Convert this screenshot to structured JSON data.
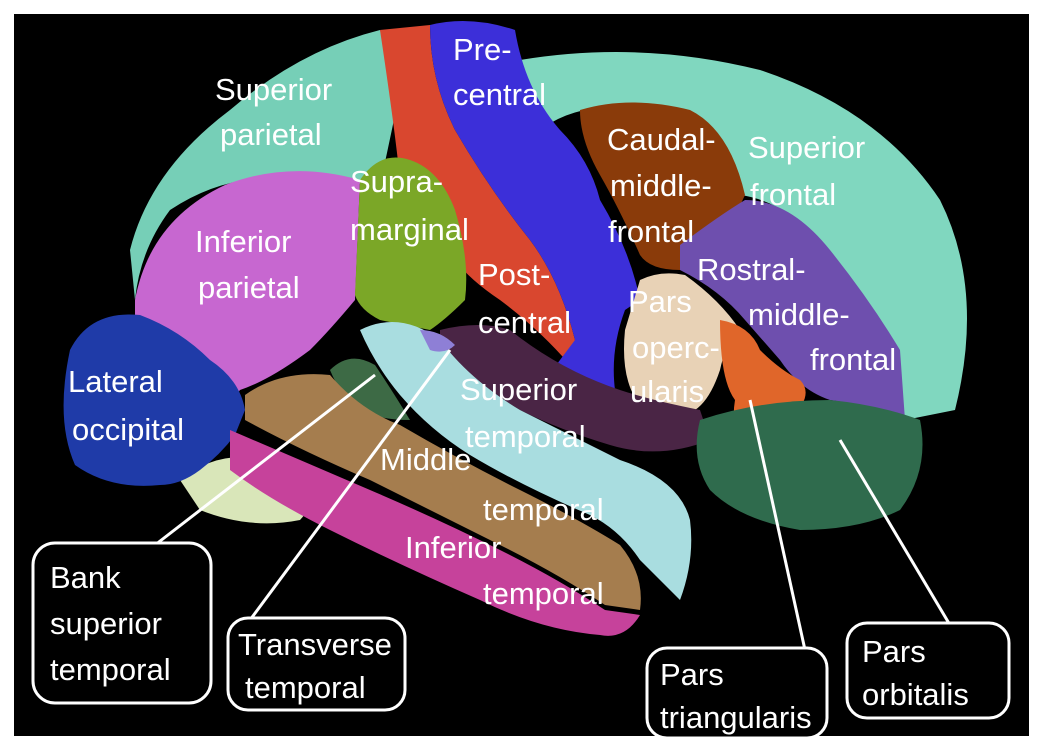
{
  "colors": {
    "background": "#000000",
    "superior_parietal": "#76cfb7",
    "postcentral": "#d9472f",
    "precentral": "#3c2fd9",
    "superior_frontal": "#80d7bf",
    "caudal_middle_frontal": "#8a3b0a",
    "rostral_middle_frontal": "#6e4fae",
    "supramarginal": "#7ba727",
    "inferior_parietal": "#c767d0",
    "lateral_occipital": "#1f3ba8",
    "pars_opercularis": "#e8d2b6",
    "pars_triangularis": "#e0662a",
    "pars_orbitalis": "#2f6b4d",
    "superior_temporal": "#a9dde0",
    "middle_temporal": "#a57d4e",
    "inferior_temporal": "#c6429b",
    "bank_superior_temporal": "#3d6a45",
    "transverse_temporal": "#8e7fd6",
    "insula": "#4a2545",
    "temporal_pole": "#d9e6b9"
  },
  "labels": {
    "precentral_1": "Pre-",
    "precentral_2": "central",
    "superior_parietal_1": "Superior",
    "superior_parietal_2": "parietal",
    "caudal_1": "Caudal-",
    "caudal_2": "middle-",
    "caudal_3": "frontal",
    "superior_frontal_1": "Superior",
    "superior_frontal_2": "frontal",
    "supramarginal_1": "Supra-",
    "supramarginal_2": "marginal",
    "inferior_parietal_1": "Inferior",
    "inferior_parietal_2": "parietal",
    "rostral_1": "Rostral-",
    "rostral_2": "middle-",
    "rostral_3": "frontal",
    "postcentral_1": "Post-",
    "postcentral_2": "central",
    "pars_operc_1": "Pars",
    "pars_operc_2": "operc-",
    "pars_operc_3": "ularis",
    "lateral_occipital_1": "Lateral",
    "lateral_occipital_2": "occipital",
    "superior_temporal_1": "Superior",
    "superior_temporal_2": "temporal",
    "middle_temporal_1": "Middle",
    "middle_temporal_2": "temporal",
    "inferior_temporal_1": "Inferior",
    "inferior_temporal_2": "temporal"
  },
  "callouts": {
    "bank_1": "Bank",
    "bank_2": "superior",
    "bank_3": "temporal",
    "transverse_1": "Transverse",
    "transverse_2": "temporal",
    "triangularis_1": "Pars",
    "triangularis_2": "triangularis",
    "orbitalis_1": "Pars",
    "orbitalis_2": "orbitalis"
  }
}
